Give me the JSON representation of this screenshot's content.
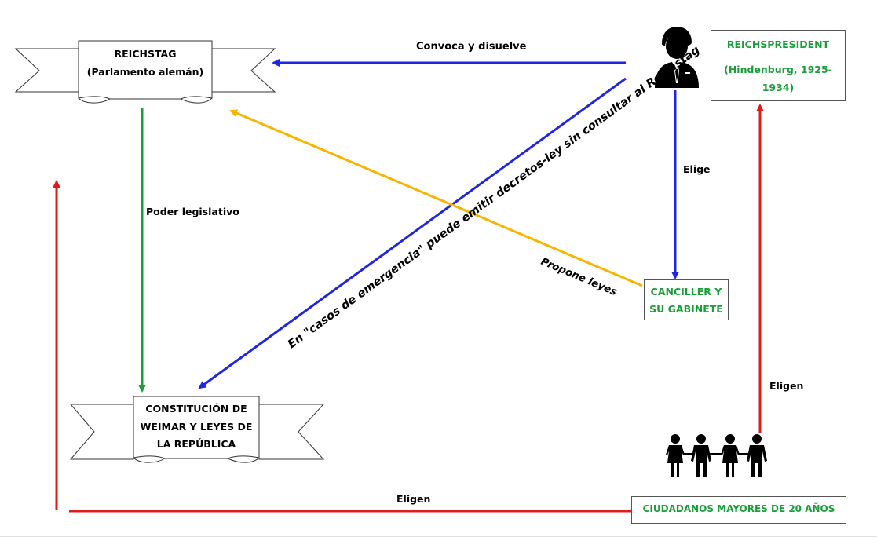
{
  "nodes": {
    "reichstag": {
      "line1": "REICHSTAG",
      "line2": "(Parlamento alemán)"
    },
    "constitucion": {
      "line1": "CONSTITUCIÓN DE",
      "line2": "WEIMAR Y LEYES DE",
      "line3": "LA REPÚBLICA"
    },
    "reichspresident": {
      "line1": "REICHSPRESIDENT",
      "line2": "(Hindenburg, 1925-",
      "line3": "1934)"
    },
    "canciller": {
      "line1": "CANCILLER Y",
      "line2": "SU GABINETE"
    },
    "ciudadanos": {
      "label": "CIUDADANOS MAYORES DE 20 AÑOS"
    }
  },
  "edges": {
    "convoca": "Convoca y disuelve",
    "poder_legislativo": "Poder legislativo",
    "elige": "Elige",
    "propone": "Propone leyes",
    "decretos": "En \"casos de emergencia\" puede emitir decretos-ley sin consultar al Reichstag",
    "eligen_right": "Eligen",
    "eligen_bottom": "Eligen"
  },
  "icons": {
    "president": "businessman-icon",
    "citizens": "people-group-icon"
  },
  "colors": {
    "blue": "#1f25e0",
    "green": "#1a9e3a",
    "orange": "#f7b500",
    "red": "#e01b1b",
    "label_green": "#1a9e3a"
  }
}
